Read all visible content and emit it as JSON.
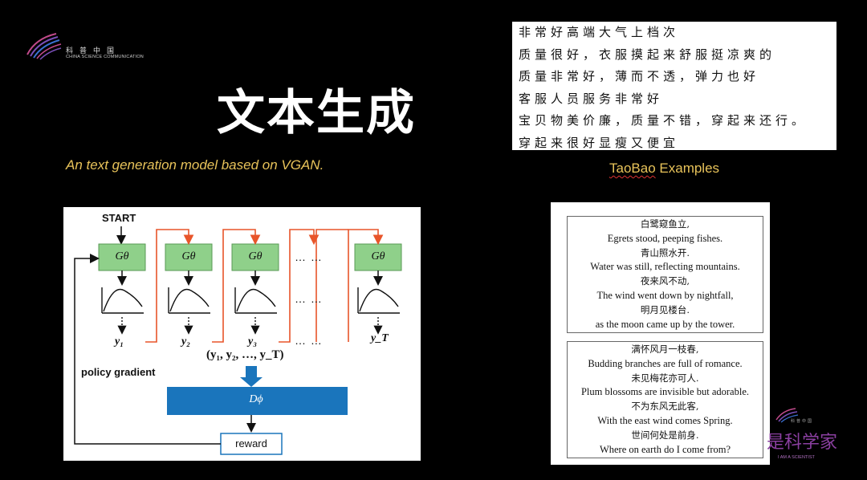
{
  "logo": {
    "cn": "科普中国",
    "en": "CHINA SCIENCE COMMUNICATION"
  },
  "title": "文本生成",
  "subtitle": "An text generation model based on  VGAN.",
  "taobao": {
    "lines": [
      "非常好高端大气上档次",
      "质量很好，衣服摸起来舒服挺凉爽的",
      "质量非常好，薄而不透，弹力也好",
      "客服人员服务非常好",
      "宝贝物美价廉，质量不错，穿起来还行。",
      "穿起来很好显瘦又便宜"
    ],
    "caption_word": "TaoBao",
    "caption_rest": " Examples"
  },
  "diagram": {
    "start": "START",
    "generator": "Gθ",
    "outputs": [
      "y₁",
      "y₂",
      "y₃",
      "y_T"
    ],
    "ellipsis": "… …",
    "sequence": "(y₁, y₂, …, y_T)",
    "policy_gradient": "policy gradient",
    "discriminator": "Dϕ",
    "reward": "reward"
  },
  "poems": [
    {
      "lines": [
        {
          "text": "白鹭窥鱼立,",
          "lang": "cn"
        },
        {
          "text": "Egrets stood, peeping fishes.",
          "lang": "en"
        },
        {
          "text": "青山照水开.",
          "lang": "cn"
        },
        {
          "text": "Water was still, reflecting mountains.",
          "lang": "en"
        },
        {
          "text": "夜来风不动,",
          "lang": "cn"
        },
        {
          "text": "The wind went down by nightfall,",
          "lang": "en"
        },
        {
          "text": "明月见楼台.",
          "lang": "cn"
        },
        {
          "text": "as the moon came up by the tower.",
          "lang": "en"
        }
      ]
    },
    {
      "lines": [
        {
          "text": "满怀风月一枝春,",
          "lang": "cn"
        },
        {
          "text": "Budding branches are full of romance.",
          "lang": "en"
        },
        {
          "text": "未见梅花亦可人.",
          "lang": "cn"
        },
        {
          "text": "Plum blossoms are invisible but adorable.",
          "lang": "en"
        },
        {
          "text": "不为东风无此客,",
          "lang": "cn"
        },
        {
          "text": "With the east wind comes Spring.",
          "lang": "en"
        },
        {
          "text": "世间何处是前身.",
          "lang": "cn"
        },
        {
          "text": "Where on earth do I come from?",
          "lang": "en"
        }
      ]
    }
  ],
  "scientist_logo": {
    "cn": "是科学家",
    "en": "I AM A SCIENTIST",
    "small": "科普中国"
  },
  "colors": {
    "background": "#000000",
    "accent_gold": "#e8c35a",
    "generator_fill": "#8fd08a",
    "discriminator_fill": "#1a75bc",
    "arrow_orange": "#e8552a"
  }
}
